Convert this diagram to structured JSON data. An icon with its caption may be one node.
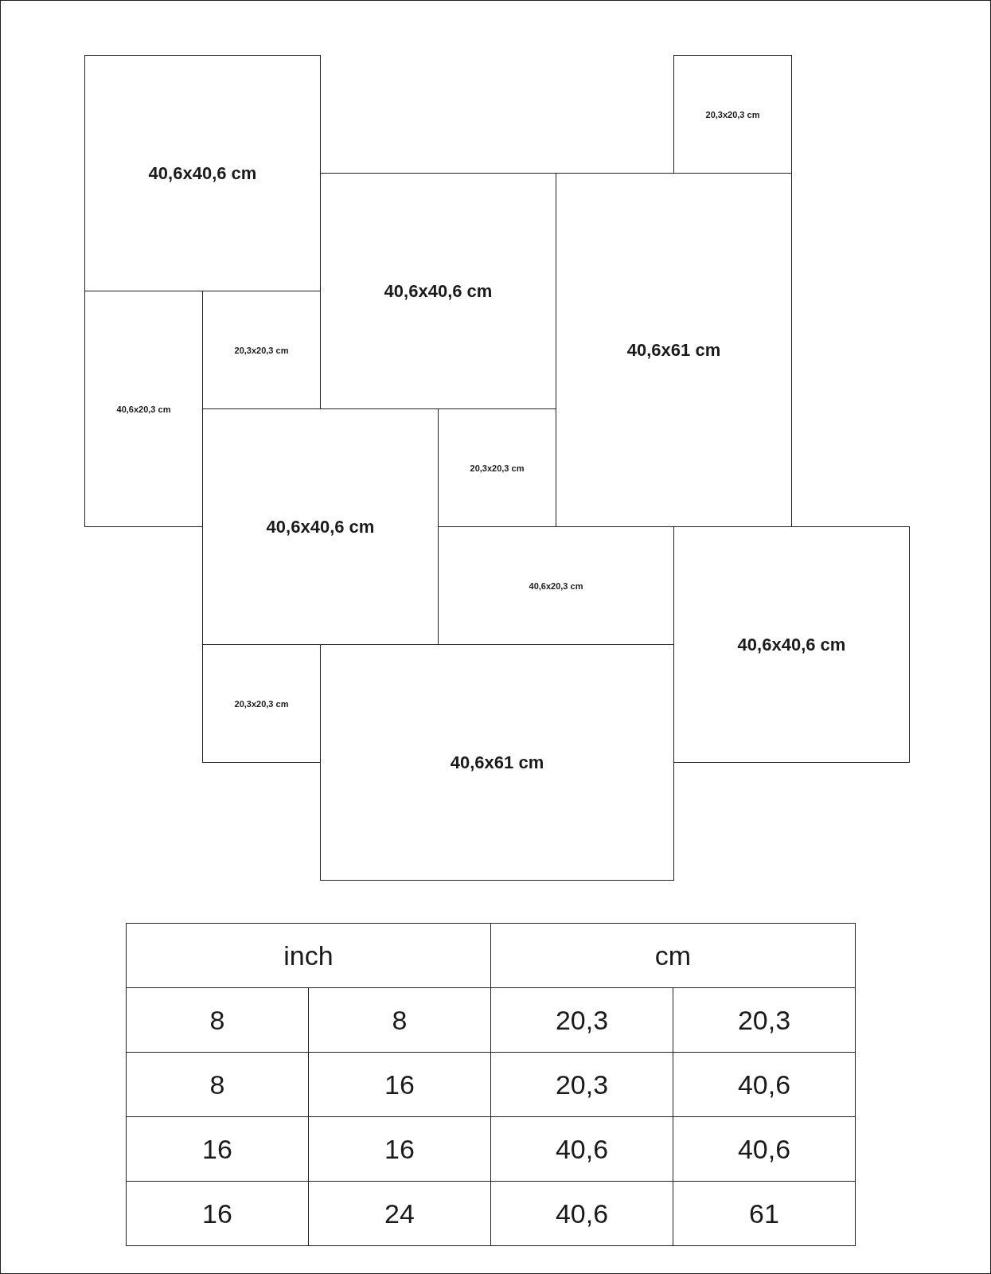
{
  "diagram": {
    "nodes": [
      {
        "text": [
          "40,6x40,6 cm"
        ]
      },
      {
        "text": [
          "20,3x20,3 cm"
        ]
      },
      {
        "text": [
          "40,6x40,6 cm"
        ]
      },
      {
        "text": [
          "40,6x61 cm"
        ]
      },
      {
        "text": [
          "20,3x20,3 cm"
        ]
      },
      {
        "text": [
          "40,6x20,3 cm"
        ]
      },
      {
        "text": [
          "40,6x40,6 cm"
        ]
      },
      {
        "text": [
          "20,3x20,3 cm"
        ]
      },
      {
        "text": [
          "40,6x20,3 cm"
        ]
      },
      {
        "text": [
          "40,6x40,6 cm"
        ]
      },
      {
        "text": [
          "20,3x20,3 cm"
        ]
      },
      {
        "text": [
          "40,6x61 cm"
        ]
      }
    ],
    "labels": [
      "inch",
      "cm",
      "8",
      "8",
      "20,3",
      "20,3",
      "8",
      "16",
      "20,3",
      "40,6",
      "16",
      "16",
      "40,6",
      "40,6",
      "16",
      "24",
      "40,6",
      "61"
    ]
  }
}
